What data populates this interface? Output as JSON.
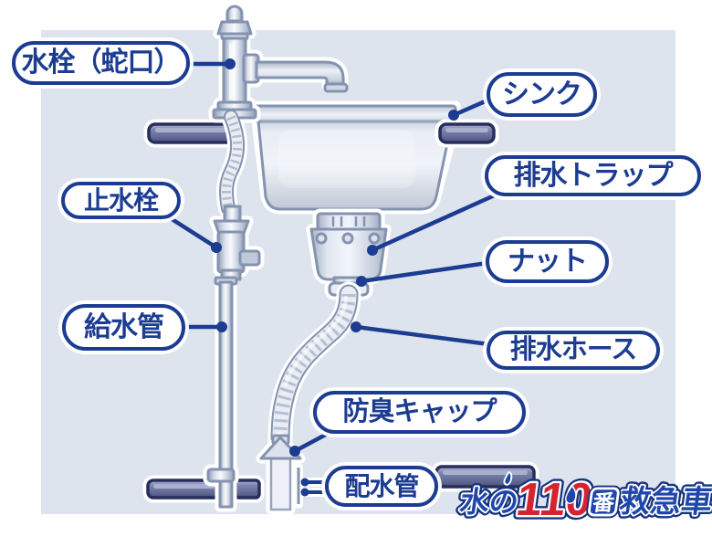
{
  "diagram_subject": "kitchen-sink-plumbing",
  "callouts": {
    "faucet": "水栓（蛇口）",
    "sink": "シンク",
    "drain_trap": "排水トラップ",
    "nut": "ナット",
    "drain_hose": "排水ホース",
    "stop_valve": "止水栓",
    "supply_pipe": "給水管",
    "odor_cap": "防臭キャップ",
    "drain_pipe": "配水管"
  },
  "logo": {
    "water_no": "水の",
    "number": "110",
    "ban": "番",
    "ambulance": "救急車"
  },
  "colors": {
    "callout_blue": "#1c3c92",
    "stage_background": "#dee4ee",
    "illustration_outline": "#8493af",
    "counter_bar_dark": "#272e5d",
    "logo_red": "#d6232f",
    "logo_blue": "#1f47ab"
  }
}
